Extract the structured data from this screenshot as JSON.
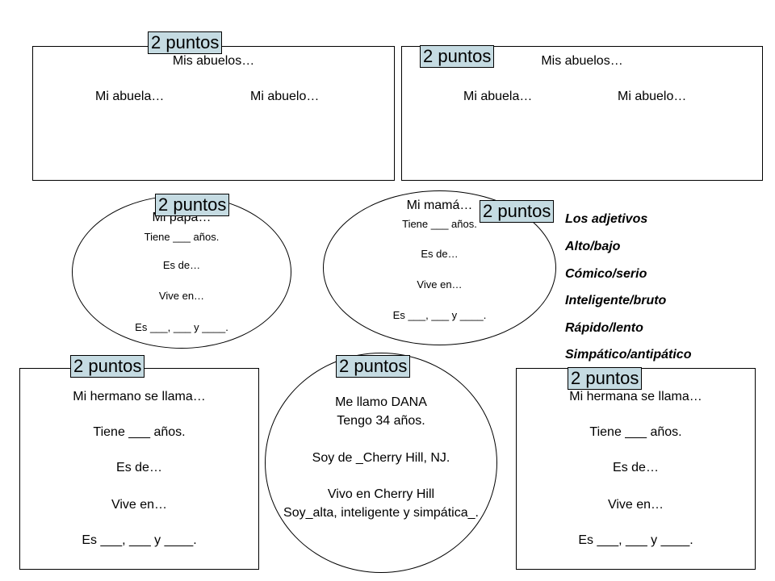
{
  "badge": "2 puntos",
  "top_left": {
    "title": "Mis abuelos…",
    "abuela": "Mi abuela…",
    "abuelo": "Mi abuelo…"
  },
  "top_right": {
    "title": "Mis abuelos…",
    "abuela": "Mi abuela…",
    "abuelo": "Mi abuelo…"
  },
  "papa": {
    "title": "Mi papá…",
    "age": "Tiene ___ años.",
    "from": "Es de…",
    "lives": "Vive en…",
    "is": "Es ___, ___ y ____."
  },
  "mama": {
    "title": "Mi mamá…",
    "age": "Tiene ___ años.",
    "from": "Es de…",
    "lives": "Vive en…",
    "is": "Es ___, ___ y ____."
  },
  "adjectives": {
    "title": "Los adjetivos",
    "items": [
      "Alto/bajo",
      "Cómico/serio",
      "Inteligente/bruto",
      "Rápido/lento",
      "Simpático/antipático"
    ]
  },
  "hermano": {
    "title": "Mi hermano se llama…",
    "age": "Tiene ___ años.",
    "from": "Es de…",
    "lives": "Vive en…",
    "is": "Es ___, ___ y ____."
  },
  "me": {
    "name": "Me llamo  DANA",
    "age": "Tengo 34  años.",
    "from": "Soy de _Cherry Hill, NJ.",
    "lives": "Vivo en Cherry Hill",
    "is": "Soy_alta, inteligente y simpática_."
  },
  "hermana": {
    "title": "Mi hermana se llama…",
    "age": "Tiene ___ años.",
    "from": "Es de…",
    "lives": "Vive en…",
    "is": "Es ___, ___ y ____."
  }
}
